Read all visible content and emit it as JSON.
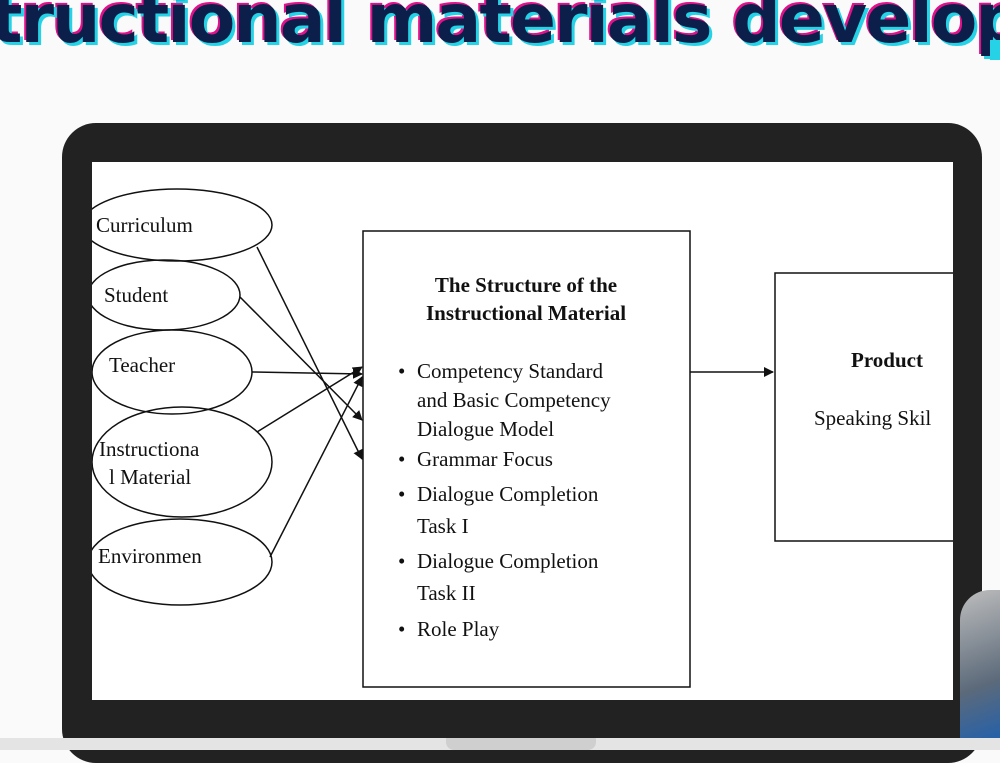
{
  "slide": {
    "title": "tructional materials develop"
  },
  "diagram": {
    "inputs": [
      {
        "line1": "Curriculum",
        "line2": ""
      },
      {
        "line1": "Student",
        "line2": ""
      },
      {
        "line1": "Teacher",
        "line2": ""
      },
      {
        "line1": "Instructiona",
        "line2": "l Material"
      },
      {
        "line1": "Environmen",
        "line2": ""
      }
    ],
    "structure_box": {
      "title_line1": "The Structure of the",
      "title_line2": "Instructional Material",
      "items": [
        {
          "lines": [
            "Competency Standard",
            "and Basic Competency",
            "Dialogue Model"
          ]
        },
        {
          "lines": [
            "Grammar Focus"
          ]
        },
        {
          "lines": [
            "Dialogue Completion",
            "Task I"
          ]
        },
        {
          "lines": [
            "Dialogue Completion",
            "Task II"
          ]
        },
        {
          "lines": [
            "Role Play"
          ]
        }
      ]
    },
    "product_box": {
      "title": "Product",
      "subtitle": "Speaking Skil"
    }
  },
  "colors": {
    "title_text": "#0b1f4a",
    "title_shadow_cyan": "#26d3e6",
    "title_shadow_magenta": "#e0128a",
    "frame": "#222222"
  }
}
